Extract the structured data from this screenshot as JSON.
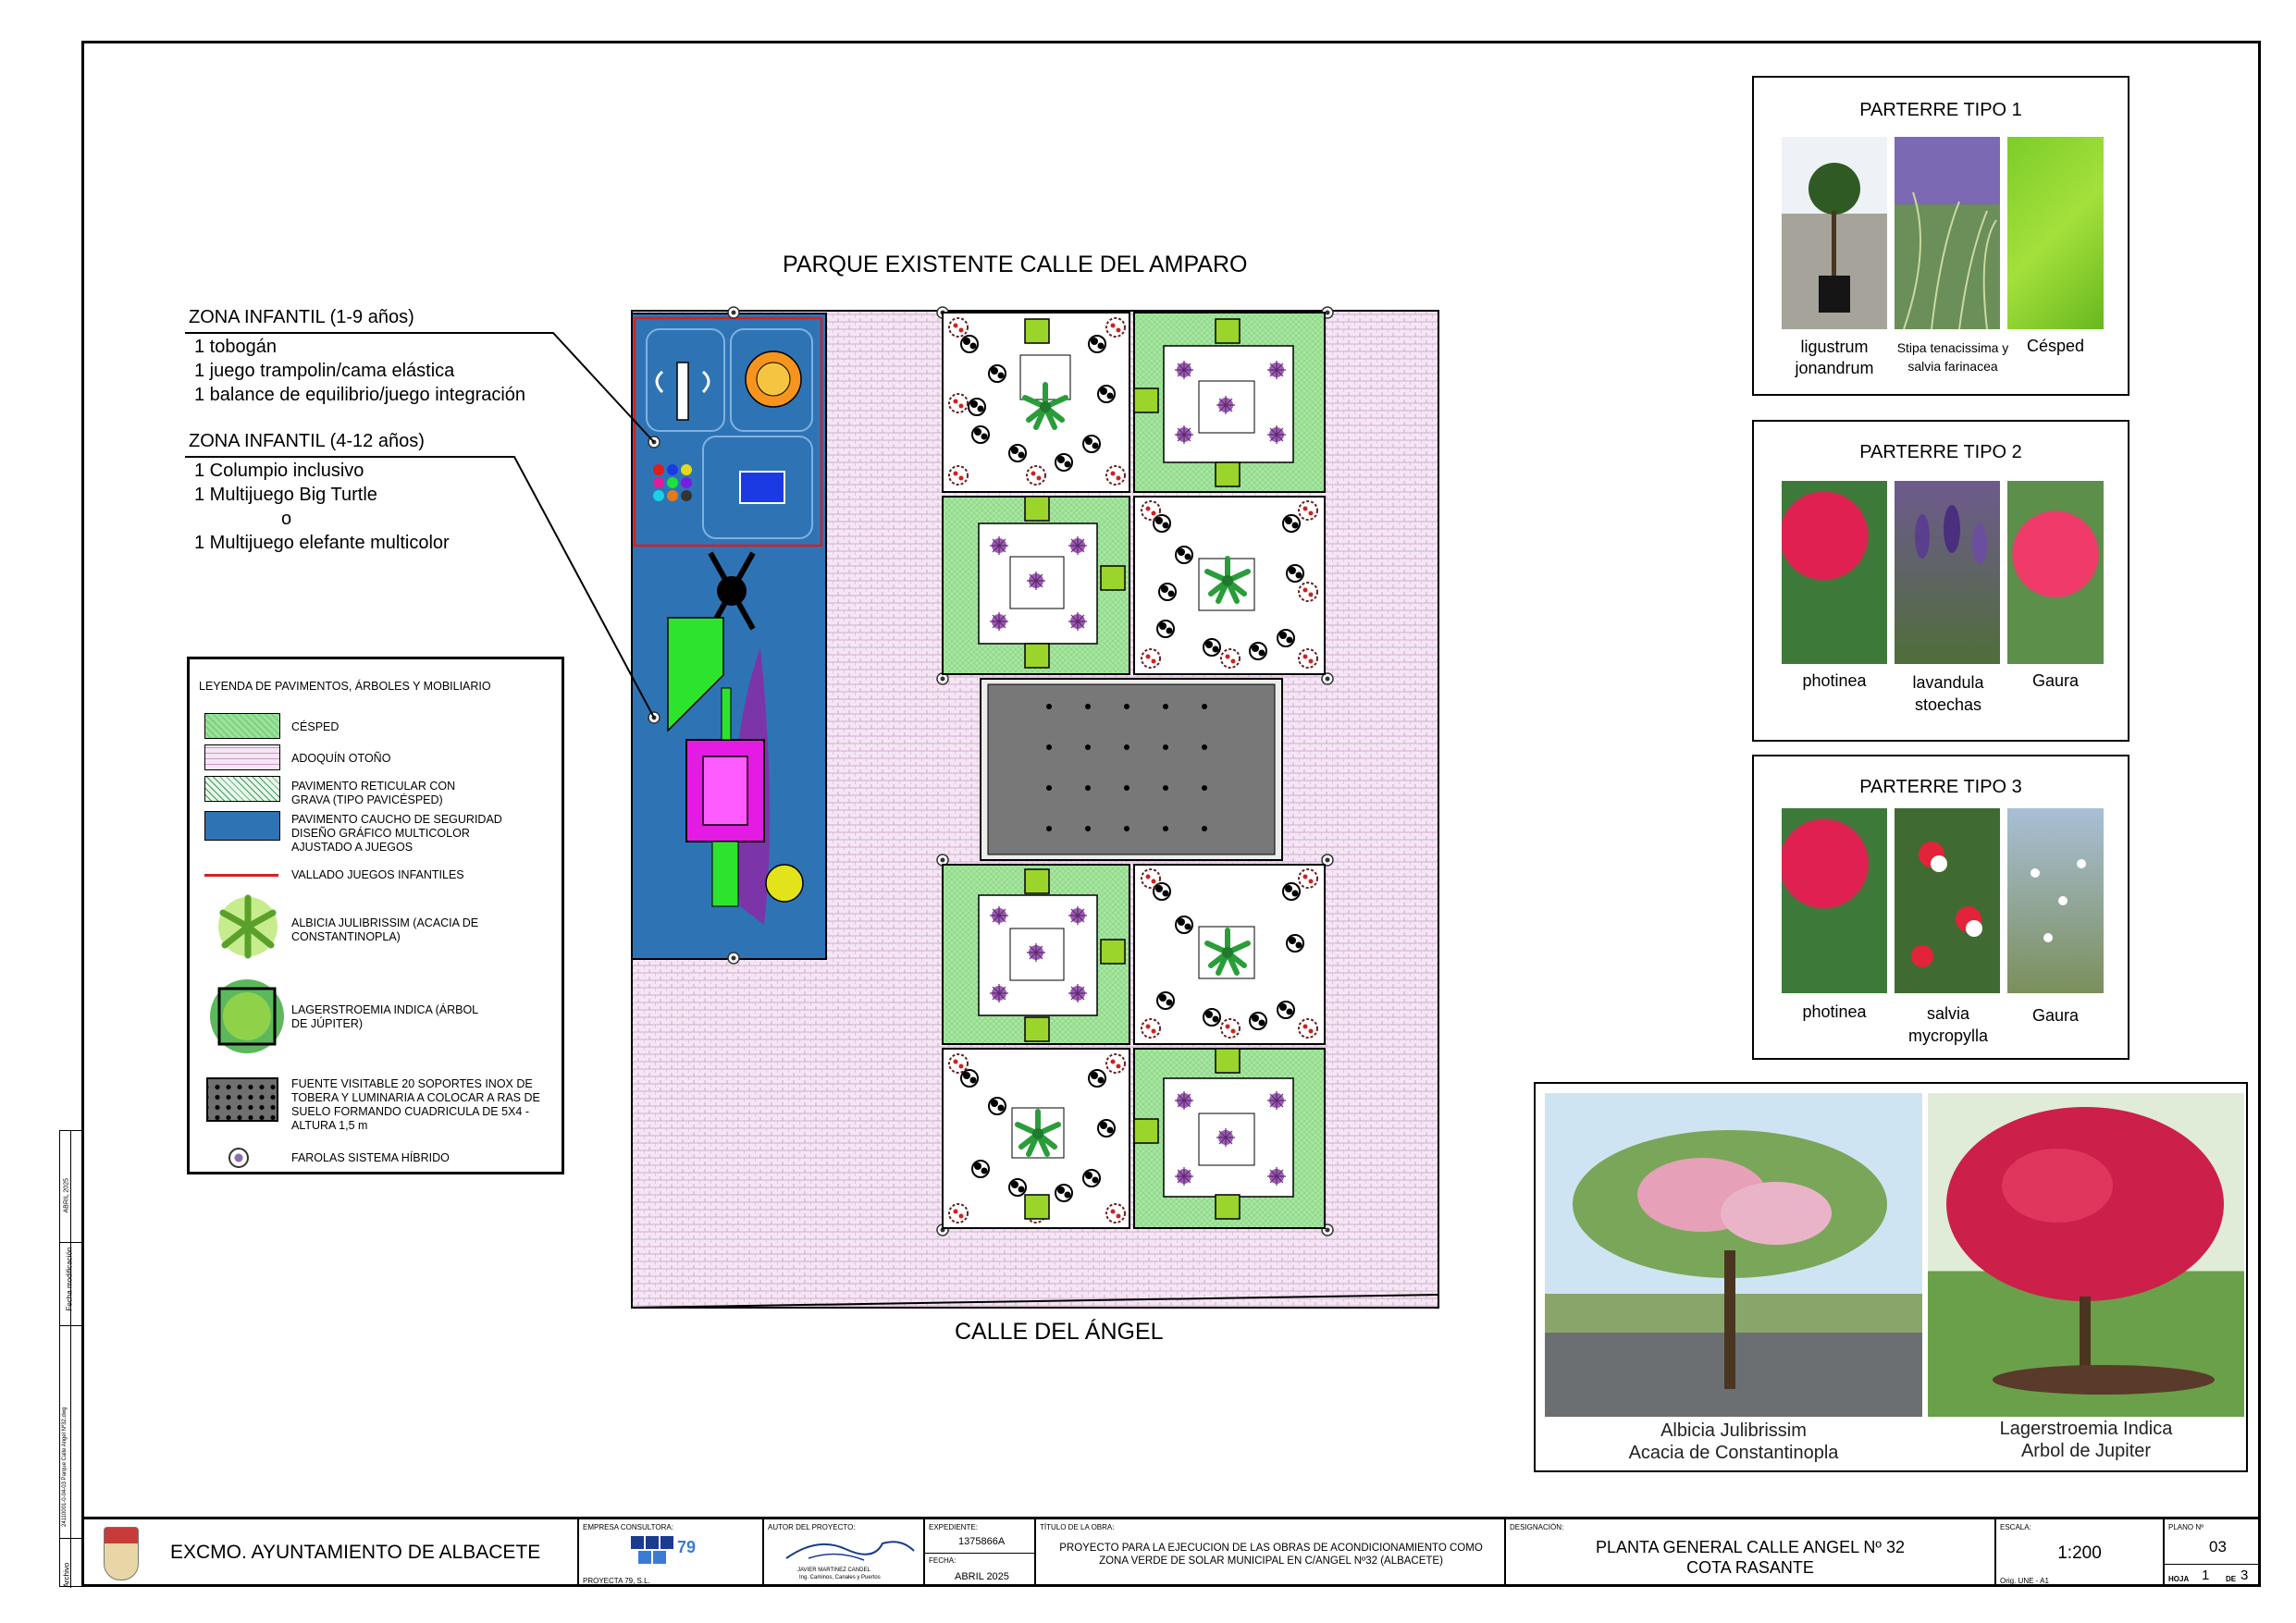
{
  "titles": {
    "park_existing": "PARQUE EXISTENTE CALLE DEL AMPARO",
    "street": "CALLE DEL ÁNGEL"
  },
  "zones": {
    "zone1": {
      "title": "ZONA INFANTIL (1-9 años)",
      "items": [
        "1 tobogán",
        "1 juego trampolin/cama elástica",
        "1 balance de equilibrio/juego integración"
      ]
    },
    "zone2": {
      "title": "ZONA INFANTIL (4-12 años)",
      "items": [
        "1 Columpio inclusivo",
        "1 Multijuego Big Turtle",
        "o",
        "1 Multijuego elefante multicolor"
      ]
    }
  },
  "legend": {
    "title": "LEYENDA DE PAVIMENTOS, ÁRBOLES Y MOBILIARIO",
    "items": [
      {
        "label": "CÉSPED",
        "color": "#9be39b"
      },
      {
        "label": "ADOQUÍN OTOÑO",
        "color": "#f0dcef"
      },
      {
        "label": "PAVIMENTO RETICULAR CON GRAVA (TIPO PAVICÉSPED)",
        "color": "#d8f0e0"
      },
      {
        "label": "PAVIMENTO CAUCHO DE SEGURIDAD DISEÑO GRÁFICO MULTICOLOR AJUSTADO A JUEGOS",
        "color": "#2e74b5"
      },
      {
        "label": "VALLADO JUEGOS INFANTILES",
        "color": "#d42020"
      },
      {
        "label": "ALBICIA JULIBRISSIM (ACACIA DE CONSTANTINOPLA)",
        "color": "#8fd24a"
      },
      {
        "label": "LAGERSTROEMIA INDICA (ÁRBOL DE JÚPITER)",
        "color": "#5cb85c"
      },
      {
        "label": "FUENTE VISITABLE 20 SOPORTES INOX DE TOBERA Y LUMINARIA A COLOCAR A RAS DE SUELO FORMANDO CUADRICULA DE 5X4 - ALTURA 1,5 m",
        "color": "#707070"
      },
      {
        "label": "FAROLAS SISTEMA HÍBRIDO",
        "color": "#8a6fb0"
      }
    ]
  },
  "parterres": [
    {
      "title": "PARTERRE TIPO 1",
      "plants": [
        "ligustrum jonandrum",
        "Stipa tenacissima y salvia farinacea",
        "Césped"
      ]
    },
    {
      "title": "PARTERRE TIPO 2",
      "plants": [
        "photinea",
        "lavandula stoechas",
        "Gaura"
      ]
    },
    {
      "title": "PARTERRE TIPO 3",
      "plants": [
        "photinea",
        "salvia mycropylla",
        "Gaura"
      ]
    }
  ],
  "trees": [
    {
      "name": "Albicia Julibrissim",
      "common": "Acacia de Constantinopla"
    },
    {
      "name": "Lagerstroemia Indica",
      "common": "Arbol de Jupiter"
    }
  ],
  "side": {
    "archivo": "Archivo",
    "archivo_val": "24110001-0-04-03 Parque Calle Angel Nº32.dwg",
    "fecha": "Fecha modificación",
    "fecha_val": "ABRIL 2025"
  },
  "titleblock": {
    "client": "EXCMO. AYUNTAMIENTO DE ALBACETE",
    "empresa_label": "EMPRESA CONSULTORA:",
    "empresa": "PROYECTA 79, S.L.",
    "autor_label": "AUTOR DEL PROYECTO:",
    "autor": "JAVIER MARTINEZ CANDEL",
    "autor_sub": "Ing. Caminos, Canales y Puertos",
    "expediente_label": "EXPEDIENTE:",
    "expediente": "1375866A",
    "fecha_label": "FECHA:",
    "fecha": "ABRIL 2025",
    "titulo_label": "TÍTULO DE LA OBRA:",
    "titulo": "PROYECTO PARA LA EJECUCION DE LAS OBRAS DE ACONDICIONAMIENTO COMO ZONA VERDE DE SOLAR MUNICIPAL EN C/ANGEL Nº32 (ALBACETE)",
    "designacion_label": "DESIGNACIÓN:",
    "designacion1": "PLANTA GENERAL CALLE ANGEL Nº 32",
    "designacion2": "COTA RASANTE",
    "escala_label": "ESCALA:",
    "escala": "1:200",
    "orig": "Orig. UNE - A1",
    "plano_label": "PLANO Nº",
    "plano": "03",
    "hoja_label": "HOJA",
    "hoja": "1",
    "de_label": "DE",
    "de": "3"
  }
}
